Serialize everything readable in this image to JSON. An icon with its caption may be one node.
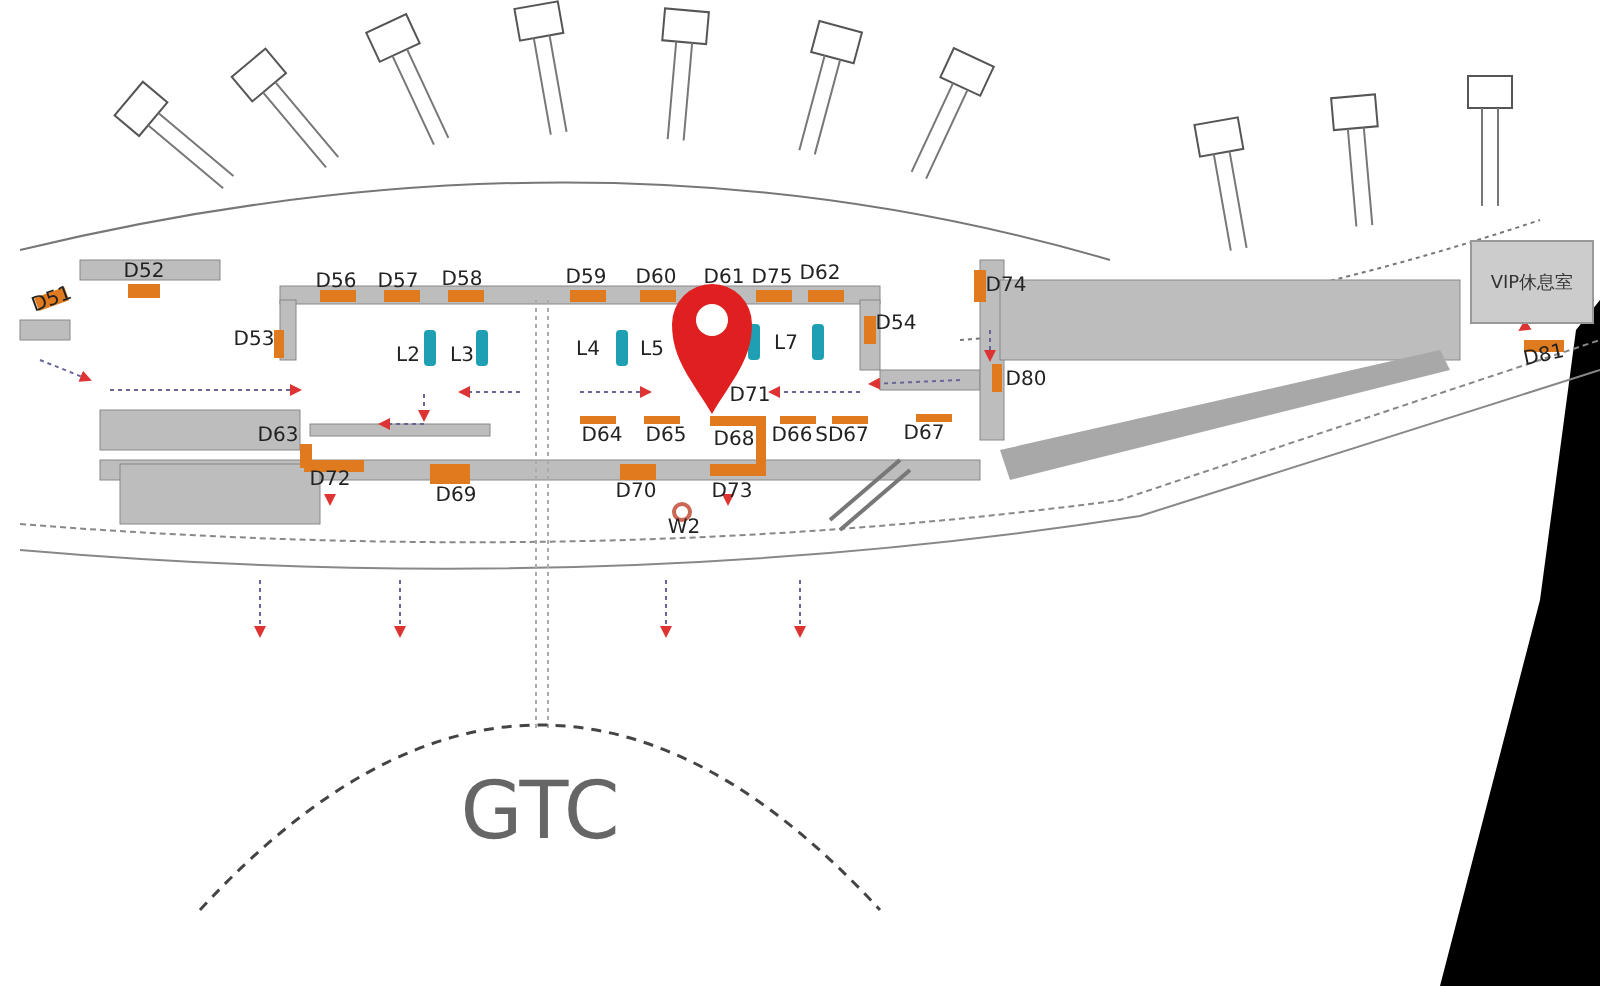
{
  "diagram": {
    "nodes": [
      {
        "text": [
          "VIP休息室"
        ]
      },
      {
        "text": [
          "GTC"
        ]
      }
    ],
    "labels": [
      "D51",
      "D52",
      "D56",
      "D57",
      "D58",
      "D59",
      "D60",
      "D61",
      "D75",
      "D62",
      "D74",
      "D53",
      "D54",
      "L2",
      "L3",
      "L4",
      "L5",
      "L7",
      "D80",
      "D81",
      "D63",
      "D71",
      "D64",
      "D65",
      "D68",
      "D66",
      "SD67",
      "D67",
      "D72",
      "D69",
      "D70",
      "D73",
      "W2"
    ]
  }
}
